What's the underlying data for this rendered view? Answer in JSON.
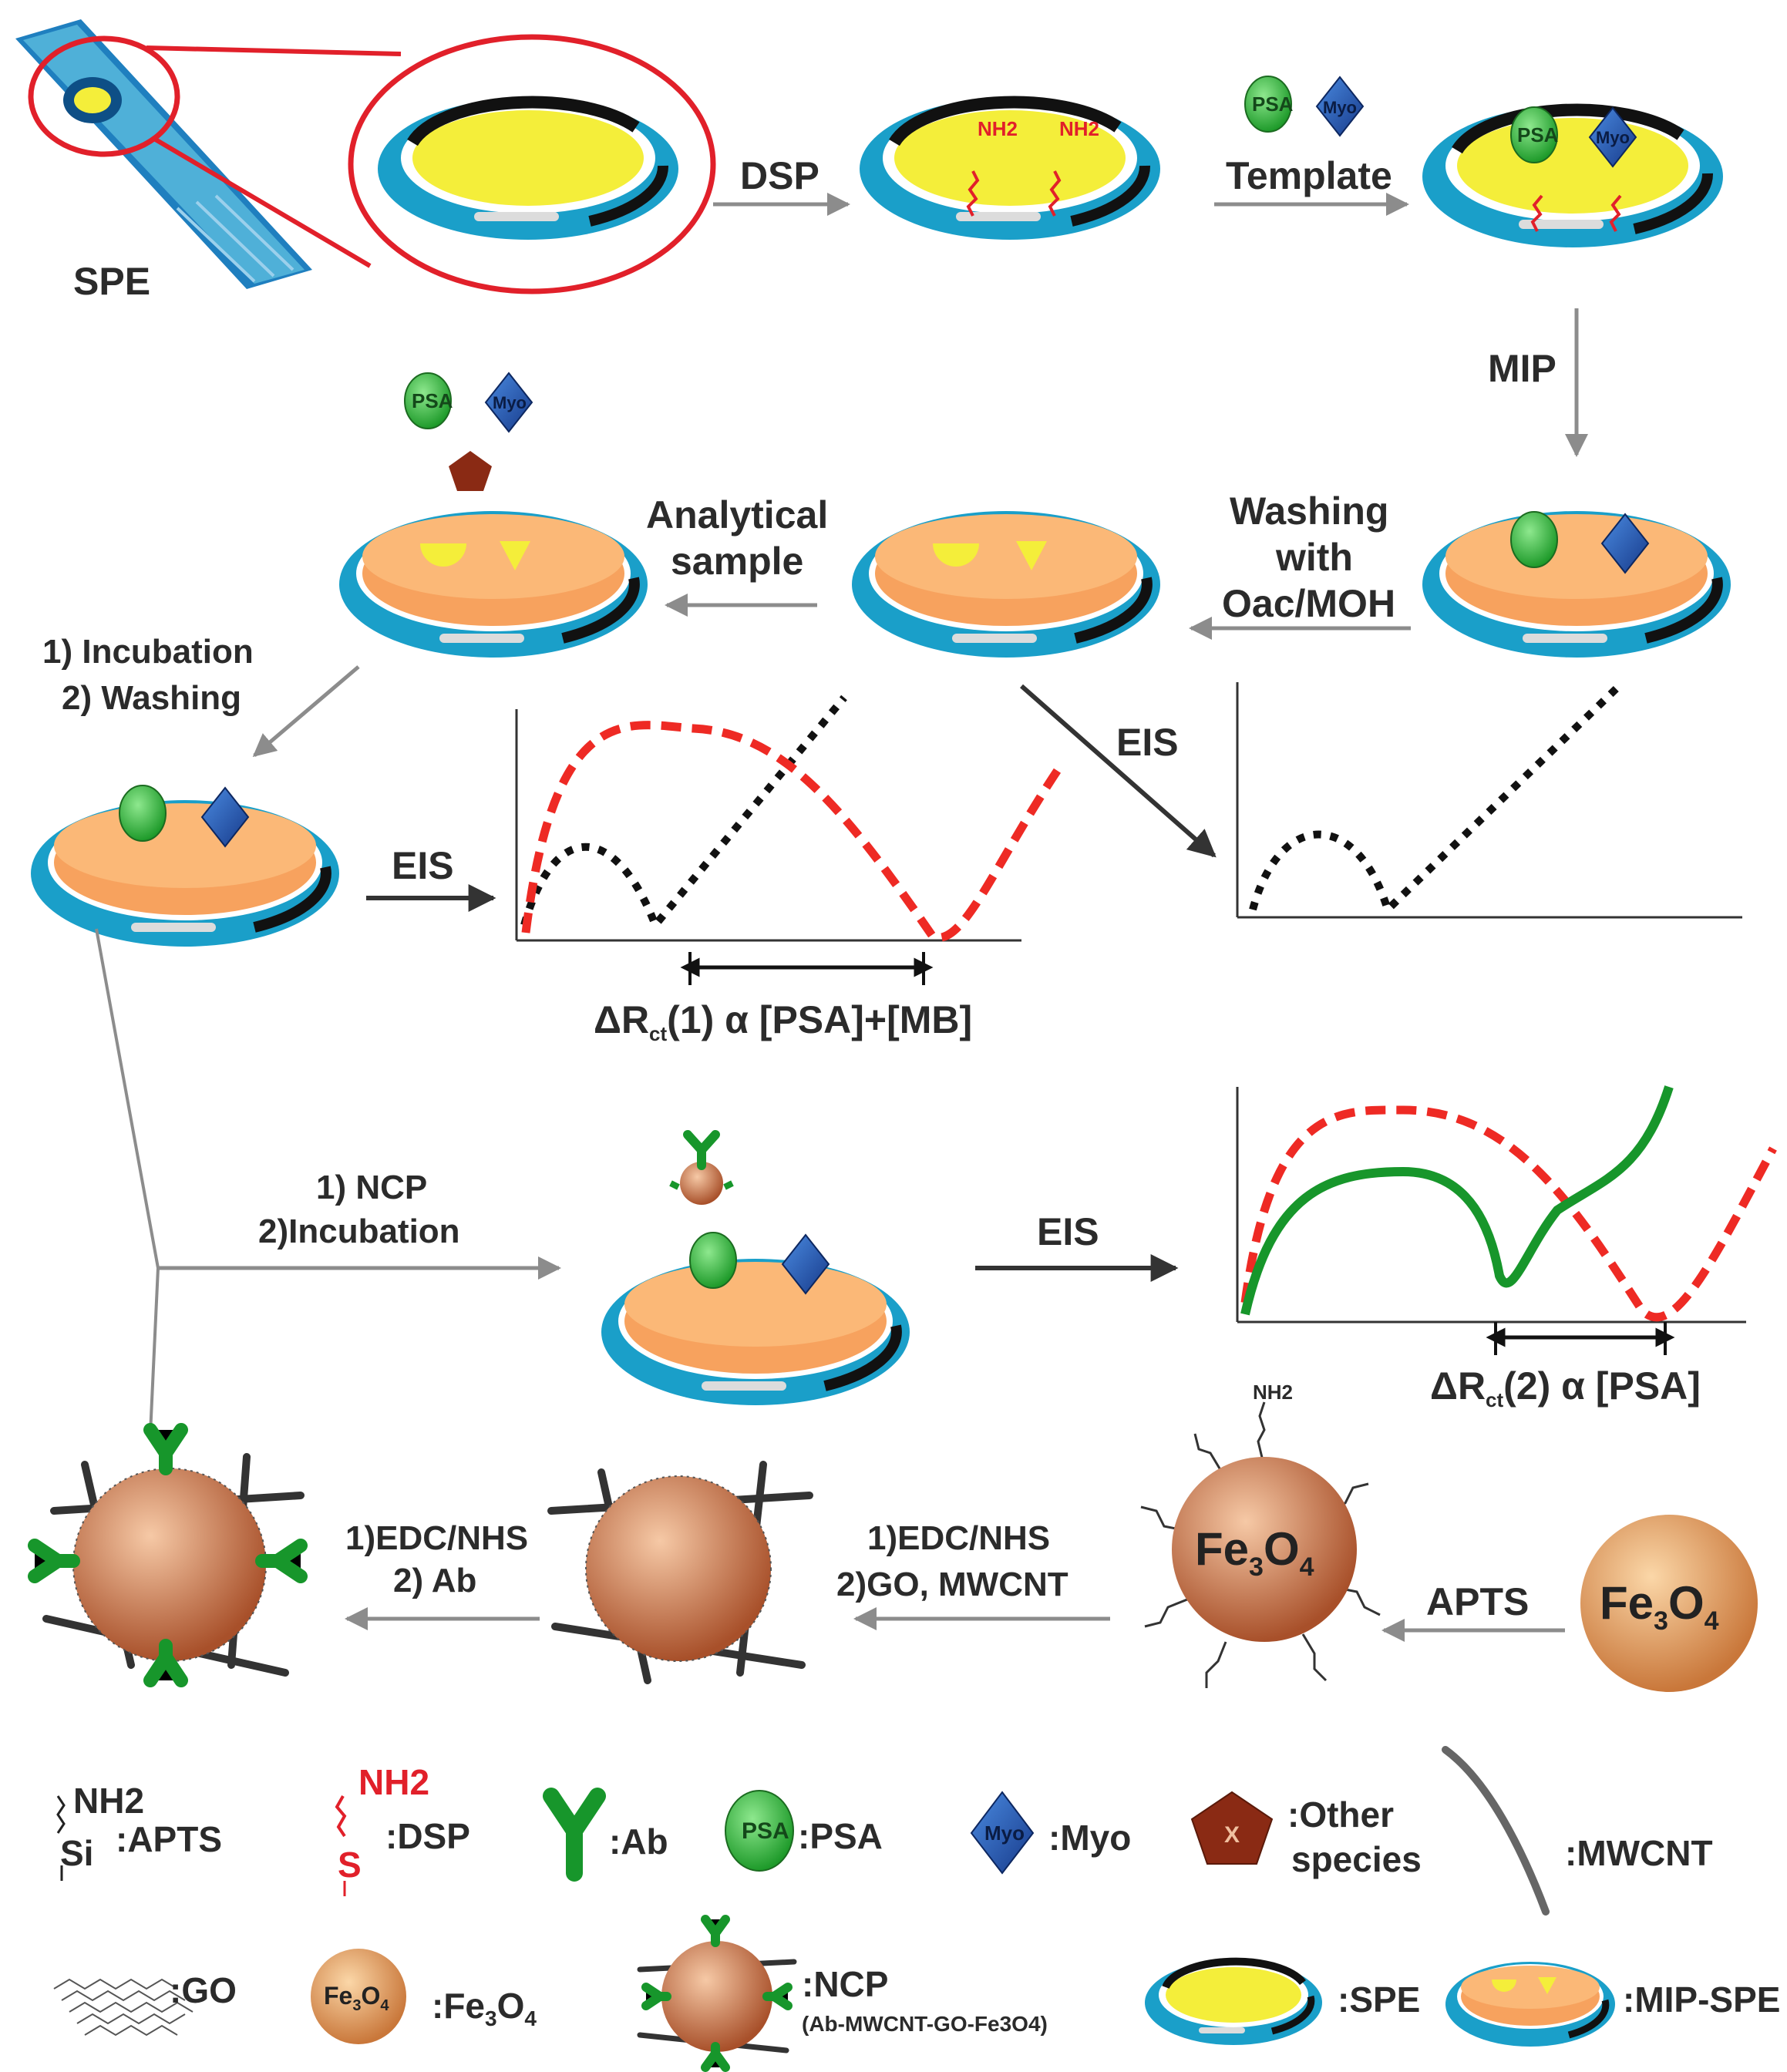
{
  "colors": {
    "plate": "#1a9fc9",
    "gold": "#f4ee3a",
    "mip": "#f7a25e",
    "arc": "#111111",
    "red_curve": "#ee2a24",
    "green_curve": "#17962b",
    "psa": "#3cba3c",
    "myo": "#1f4fb0",
    "other": "#8a2a14",
    "fe3o4": "#c9703f",
    "arrow": "#8c8c8c"
  },
  "step_labels": {
    "spe": "SPE",
    "dsp": "DSP",
    "template": "Template",
    "mip": "MIP",
    "washing_1": "Washing",
    "washing_2": "with",
    "washing_3": "Oac/MOH",
    "analytical_1": "Analytical",
    "analytical_2": "sample",
    "incubation_1": "1) Incubation",
    "incubation_2": "2) Washing",
    "eis_a": "EIS",
    "eis_b": "EIS",
    "eis_c": "EIS",
    "ncp_1": "1) NCP",
    "ncp_2": "2)Incubation",
    "edc_left_1": "1)EDC/NHS",
    "edc_left_2": "2) Ab",
    "edc_mid_1": "1)EDC/NHS",
    "edc_mid_2": "2)GO, MWCNT",
    "apts": "APTS"
  },
  "icon_text": {
    "psa": "PSA",
    "myo": "Myo",
    "x": "X",
    "nh2": "NH2",
    "si": "Si",
    "s": "S",
    "fe": "Fe",
    "o": "O",
    "sub3": "3",
    "sub4": "4"
  },
  "delta_labels": {
    "d1_pre": "ΔR",
    "d1_sub": "ct",
    "d1_post": "(1) α [PSA]+[MB]",
    "d2_pre": "ΔR",
    "d2_sub": "ct",
    "d2_post": "(2) α [PSA]"
  },
  "legend": {
    "apts": ":APTS",
    "dsp": ":DSP",
    "ab": ":Ab",
    "psa": ":PSA",
    "myo": ":Myo",
    "other_1": ":Other",
    "other_2": "species",
    "mwcnt": ":MWCNT",
    "go": ":GO",
    "fe3o4_pre": ":Fe",
    "ncp": ":NCP",
    "ncp_sub": "(Ab-MWCNT-GO-Fe3O4)",
    "spe": ":SPE",
    "mip_spe": ":MIP-SPE"
  }
}
